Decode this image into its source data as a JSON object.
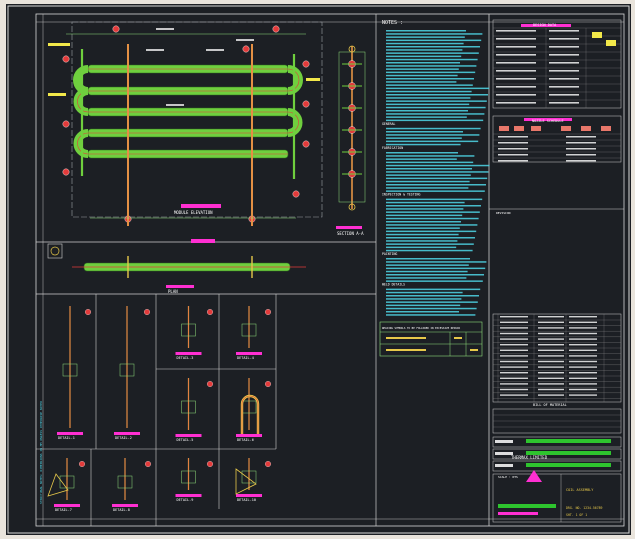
{
  "drawing": {
    "elevation_title": "MODULE ELEVATION",
    "plan_title": "PLAN",
    "section_title": "SECTION A-A",
    "detail_titles": [
      "DETAIL-1",
      "DETAIL-2",
      "DETAIL-3",
      "DETAIL-4",
      "DETAIL-5",
      "DETAIL-6",
      "DETAIL-7",
      "DETAIL-8",
      "DETAIL-9",
      "DETAIL-10"
    ]
  },
  "notes": {
    "heading": "NOTES :",
    "sub_headings": [
      "GENERAL",
      "FABRICATION",
      "INSPECTION & TESTING",
      "PAINTING",
      "WELD DETAILS"
    ]
  },
  "weld_table": {
    "title": "WELDING SYMBOLS TO BE FOLLOWED IN EXCESSIVE REPAIR"
  },
  "title_block": {
    "design_data_title": "DESIGN DATA",
    "nozzle_title": "NOZZLE SCHEDULE",
    "bom_title": "BILL OF MATERIAL",
    "revision_title": "REVISION",
    "company": "THERMAX LIMITED",
    "drawing_title": "COIL ASSEMBLY",
    "drawing_no": "DRG. NO. 1234-56789",
    "sheet": "SHT. 1 OF 1",
    "scale": "SCALE : NTS"
  }
}
